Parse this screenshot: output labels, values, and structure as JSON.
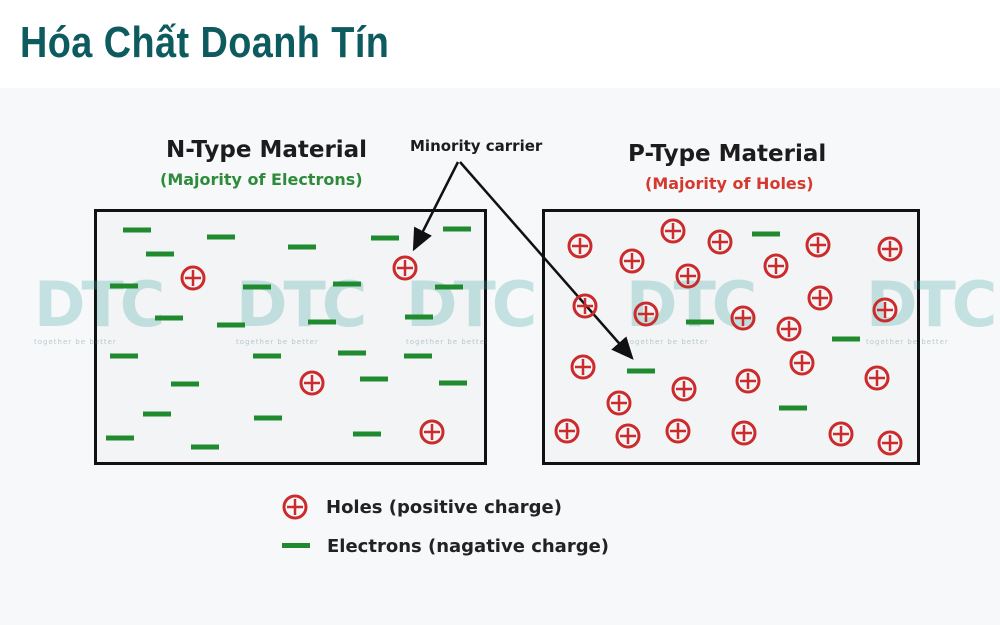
{
  "header": {
    "brand": "Hóa Chất Doanh Tín"
  },
  "diagram": {
    "n_type": {
      "title": "N-Type Material",
      "subtitle": "(Majority of Electrons)",
      "subtitle_color": "#2e8b3a"
    },
    "p_type": {
      "title": "P-Type Material",
      "subtitle": "(Majority of Holes)",
      "subtitle_color": "#d43a2f"
    },
    "callout": "Minority carrier",
    "legend": [
      {
        "symbol": "hole",
        "label": "Holes (positive charge)"
      },
      {
        "symbol": "electron",
        "label": "Electrons (nagative charge)"
      }
    ],
    "colors": {
      "electron": "#1f8a2e",
      "hole": "#cc2b2b",
      "border": "#111111"
    }
  },
  "watermark": {
    "text": "DTC",
    "tagline": "together be better"
  }
}
